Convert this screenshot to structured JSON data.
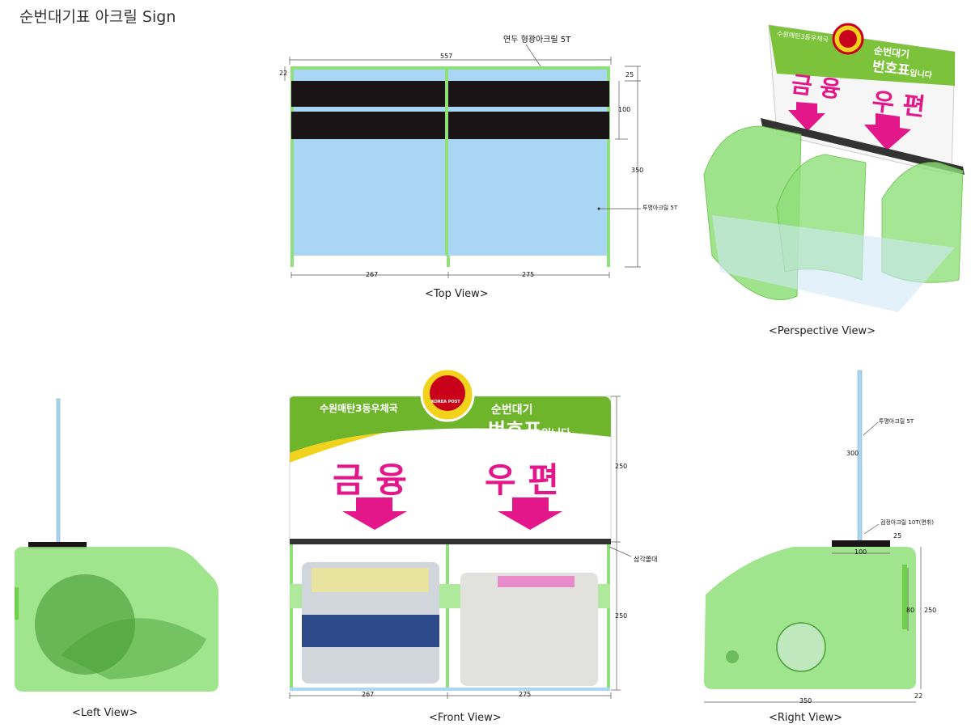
{
  "title": "순번대기표 아크릴 Sign",
  "top_view": {
    "caption": "<Top View>",
    "top_label": "연두 형광아크릴 5T",
    "side_label": "투명아크릴 5T",
    "dim_width": "557",
    "dim_left": "267",
    "dim_right": "275",
    "dim_22": "22",
    "dim_25": "25",
    "dim_100": "100",
    "dim_350": "350"
  },
  "perspective_view": {
    "caption": "<Perspective View>",
    "office": "수원매탄3동우체국",
    "line1": "순번대기",
    "line2": "번호표",
    "line2_suffix": "입니다",
    "left_word": "금 융",
    "right_word": "우 편"
  },
  "left_view": {
    "caption": "<Left View>"
  },
  "front_view": {
    "caption": "<Front View>",
    "office": "수원매탄3동우체국",
    "logo_text": "KOREA POST",
    "line1": "순번대기",
    "line2": "번호표",
    "line2_suffix": "입니다",
    "left_word": "금 융",
    "right_word": "우 편",
    "dim_250_top": "250",
    "dim_250_bottom": "250",
    "dim_left": "267",
    "dim_right": "275",
    "bar_label": "삼각쫄대"
  },
  "right_view": {
    "caption": "<Right View>",
    "pole_label": "투명아크릴 5T",
    "dim_300": "300",
    "base_label": "검정아크릴 10T(면취)",
    "dim_25": "25",
    "dim_100": "100",
    "dim_80": "80",
    "dim_250": "250",
    "dim_350": "350",
    "dim_22": "22"
  },
  "colors": {
    "acrylic_green": "#8fe07a",
    "green_dark": "#5cbf3a",
    "clear_blue": "#a9d6f2",
    "black_band": "#1b1416",
    "magenta": "#e4178a",
    "banner_green": "#6fb52c"
  }
}
